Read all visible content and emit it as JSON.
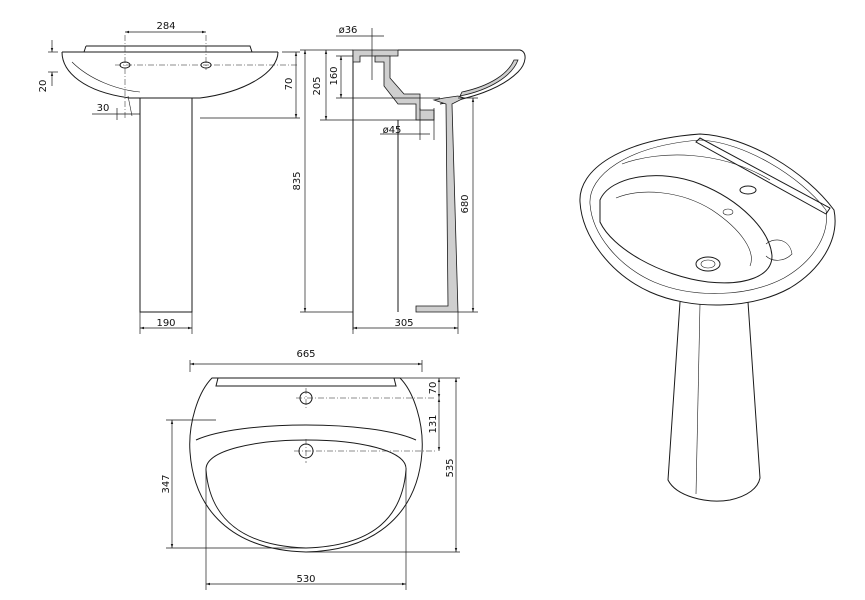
{
  "dimensions": {
    "front_top_hole_spacing": "284",
    "front_left_rim": "20",
    "front_right_height": "70",
    "front_pedestal_offset": "30",
    "front_pedestal_width": "190",
    "side_hole_diameter": "ø36",
    "side_height_205": "205",
    "side_height_160": "160",
    "side_drain_diameter": "ø45",
    "side_total_height": "835",
    "side_pedestal_height": "680",
    "side_depth": "305",
    "top_width": "665",
    "top_rim_70": "70",
    "top_131": "131",
    "top_535": "535",
    "top_347": "347",
    "top_530": "530"
  }
}
